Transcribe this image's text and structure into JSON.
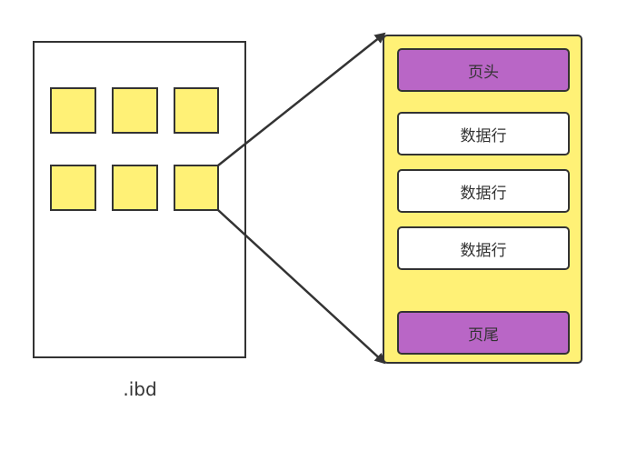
{
  "file": {
    "label": ".ibd"
  },
  "page": {
    "header_label": "页头",
    "rows": [
      "数据行",
      "数据行",
      "数据行"
    ],
    "trailer_label": "页尾"
  },
  "colors": {
    "page_fill": "#fff176",
    "header_trailer_fill": "#b966c6",
    "row_fill": "#ffffff",
    "stroke": "#333333"
  }
}
